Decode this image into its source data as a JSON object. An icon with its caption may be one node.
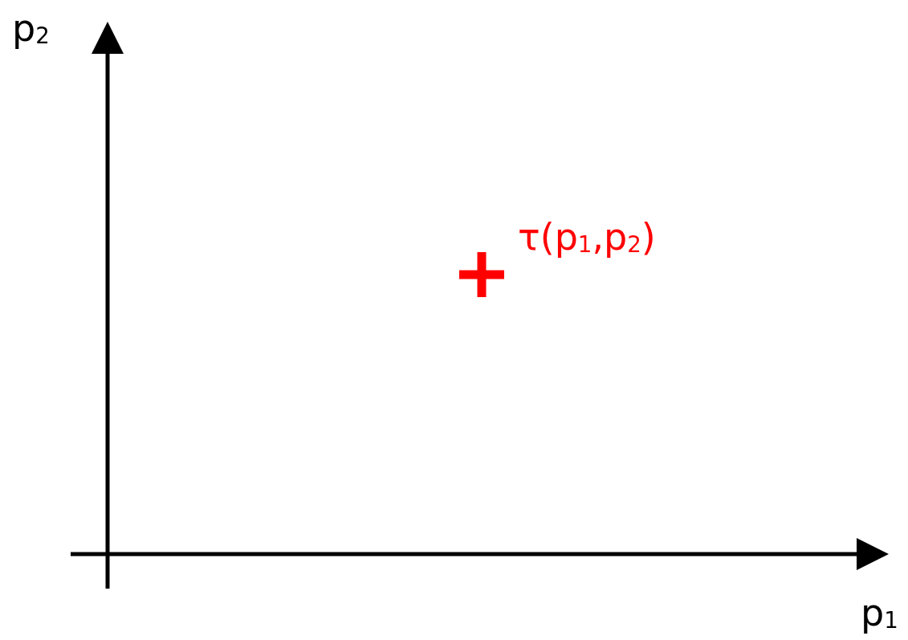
{
  "diagram": {
    "labels": [
      "p$_{2}$",
      "τ(p$_{1}$,p$_{2}$)",
      "p$_{1}$"
    ]
  }
}
